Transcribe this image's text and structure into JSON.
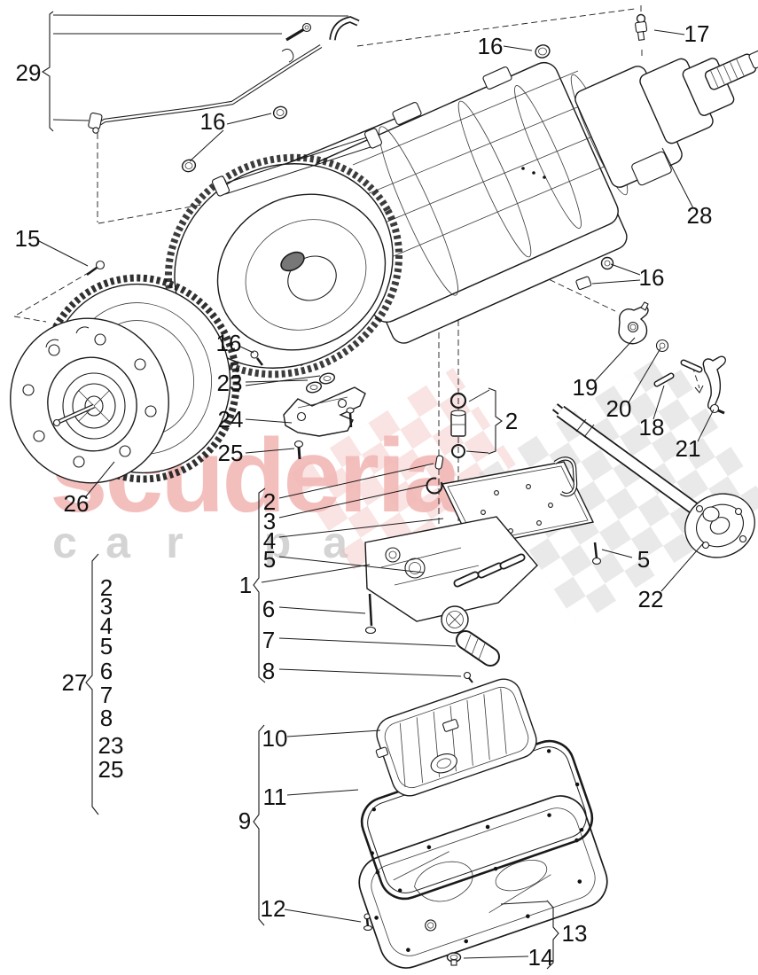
{
  "watermark": {
    "brand": "scuderia",
    "letters": [
      "c",
      "a",
      "r",
      "p",
      "a"
    ],
    "brand_color": "#f3bfbd",
    "letters_color": "#d4d4d4",
    "flag_colors": [
      "#c7c7c7",
      "#efb6b4"
    ]
  },
  "callouts": {
    "c29": "29",
    "c16a": "16",
    "c16b": "16",
    "c17": "17",
    "c28": "28",
    "c15": "15",
    "c16c": "16",
    "c16d": "16",
    "c23": "23",
    "c24": "24",
    "c25": "25",
    "c26": "26",
    "c19": "19",
    "c20": "20",
    "c18": "18",
    "c21": "21",
    "c2g": "2",
    "s2": "2",
    "s3": "3",
    "s4": "4",
    "s5": "5",
    "c1": "1",
    "c6": "6",
    "c7": "7",
    "c8": "8",
    "c5r": "5",
    "c22": "22",
    "c27": "27",
    "l2": "2",
    "l3": "3",
    "l4": "4",
    "l5": "5",
    "l6": "6",
    "l7": "7",
    "l8": "8",
    "l23": "23",
    "l25": "25",
    "c9": "9",
    "c10": "10",
    "c11": "11",
    "c12": "12",
    "c13": "13",
    "c14": "14"
  }
}
